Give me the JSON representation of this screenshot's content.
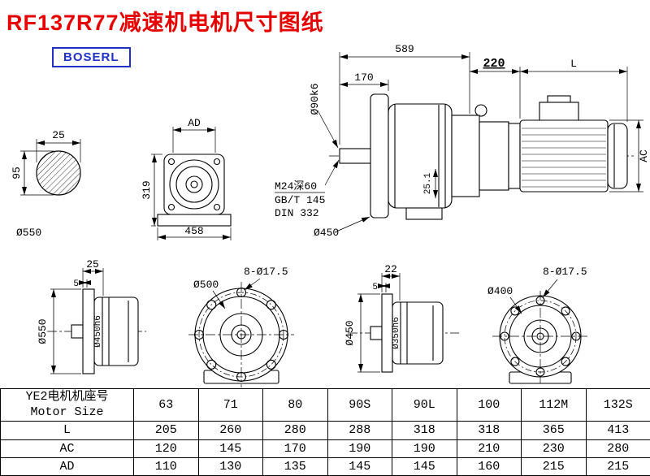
{
  "title": "RF137R77减速机电机尺寸图纸",
  "brand": "BOSERL",
  "colors": {
    "title_red": "#e60000",
    "brand_blue": "#2230c8",
    "line": "#000000"
  },
  "main_view": {
    "dim_589": "589",
    "dim_170": "170",
    "dim_220": "220",
    "dim_L": "L",
    "dim_shaft": "Ø90k6",
    "dim_ac": "AC",
    "dim_25_1": "25.1",
    "note_thread": "M24深60",
    "note_std1": "GB/T 145",
    "note_std2": "DIN 332",
    "dim_flange": "Ø450"
  },
  "shaft_section": {
    "dim_key_width": "25",
    "dim_height": "95",
    "dim_od": "Ø550"
  },
  "front_view": {
    "dim_ad": "AD",
    "dim_height": "319",
    "dim_width": "458"
  },
  "flange_side_left": {
    "dim_25": "25",
    "dim_5": "5",
    "dim_od": "Ø550",
    "dim_spigot": "Ø450h6"
  },
  "flange_front_left": {
    "dim_holes": "8-Ø17.5",
    "dim_bc": "Ø500"
  },
  "flange_side_right": {
    "dim_22": "22",
    "dim_5": "5",
    "dim_od": "Ø450",
    "dim_spigot": "Ø350h6"
  },
  "flange_front_right": {
    "dim_holes": "8-Ø17.5",
    "dim_bc": "Ø400"
  },
  "table": {
    "header_col_cn": "YE2电机机座号",
    "header_col_en": "Motor Size",
    "sizes": [
      "63",
      "71",
      "80",
      "90S",
      "90L",
      "100",
      "112M",
      "132S"
    ],
    "rows": [
      {
        "label": "L",
        "values": [
          "205",
          "260",
          "280",
          "288",
          "318",
          "318",
          "365",
          "413"
        ]
      },
      {
        "label": "AC",
        "values": [
          "120",
          "145",
          "170",
          "190",
          "190",
          "210",
          "230",
          "280"
        ]
      },
      {
        "label": "AD",
        "values": [
          "110",
          "130",
          "135",
          "145",
          "145",
          "160",
          "215",
          "215"
        ]
      }
    ]
  }
}
